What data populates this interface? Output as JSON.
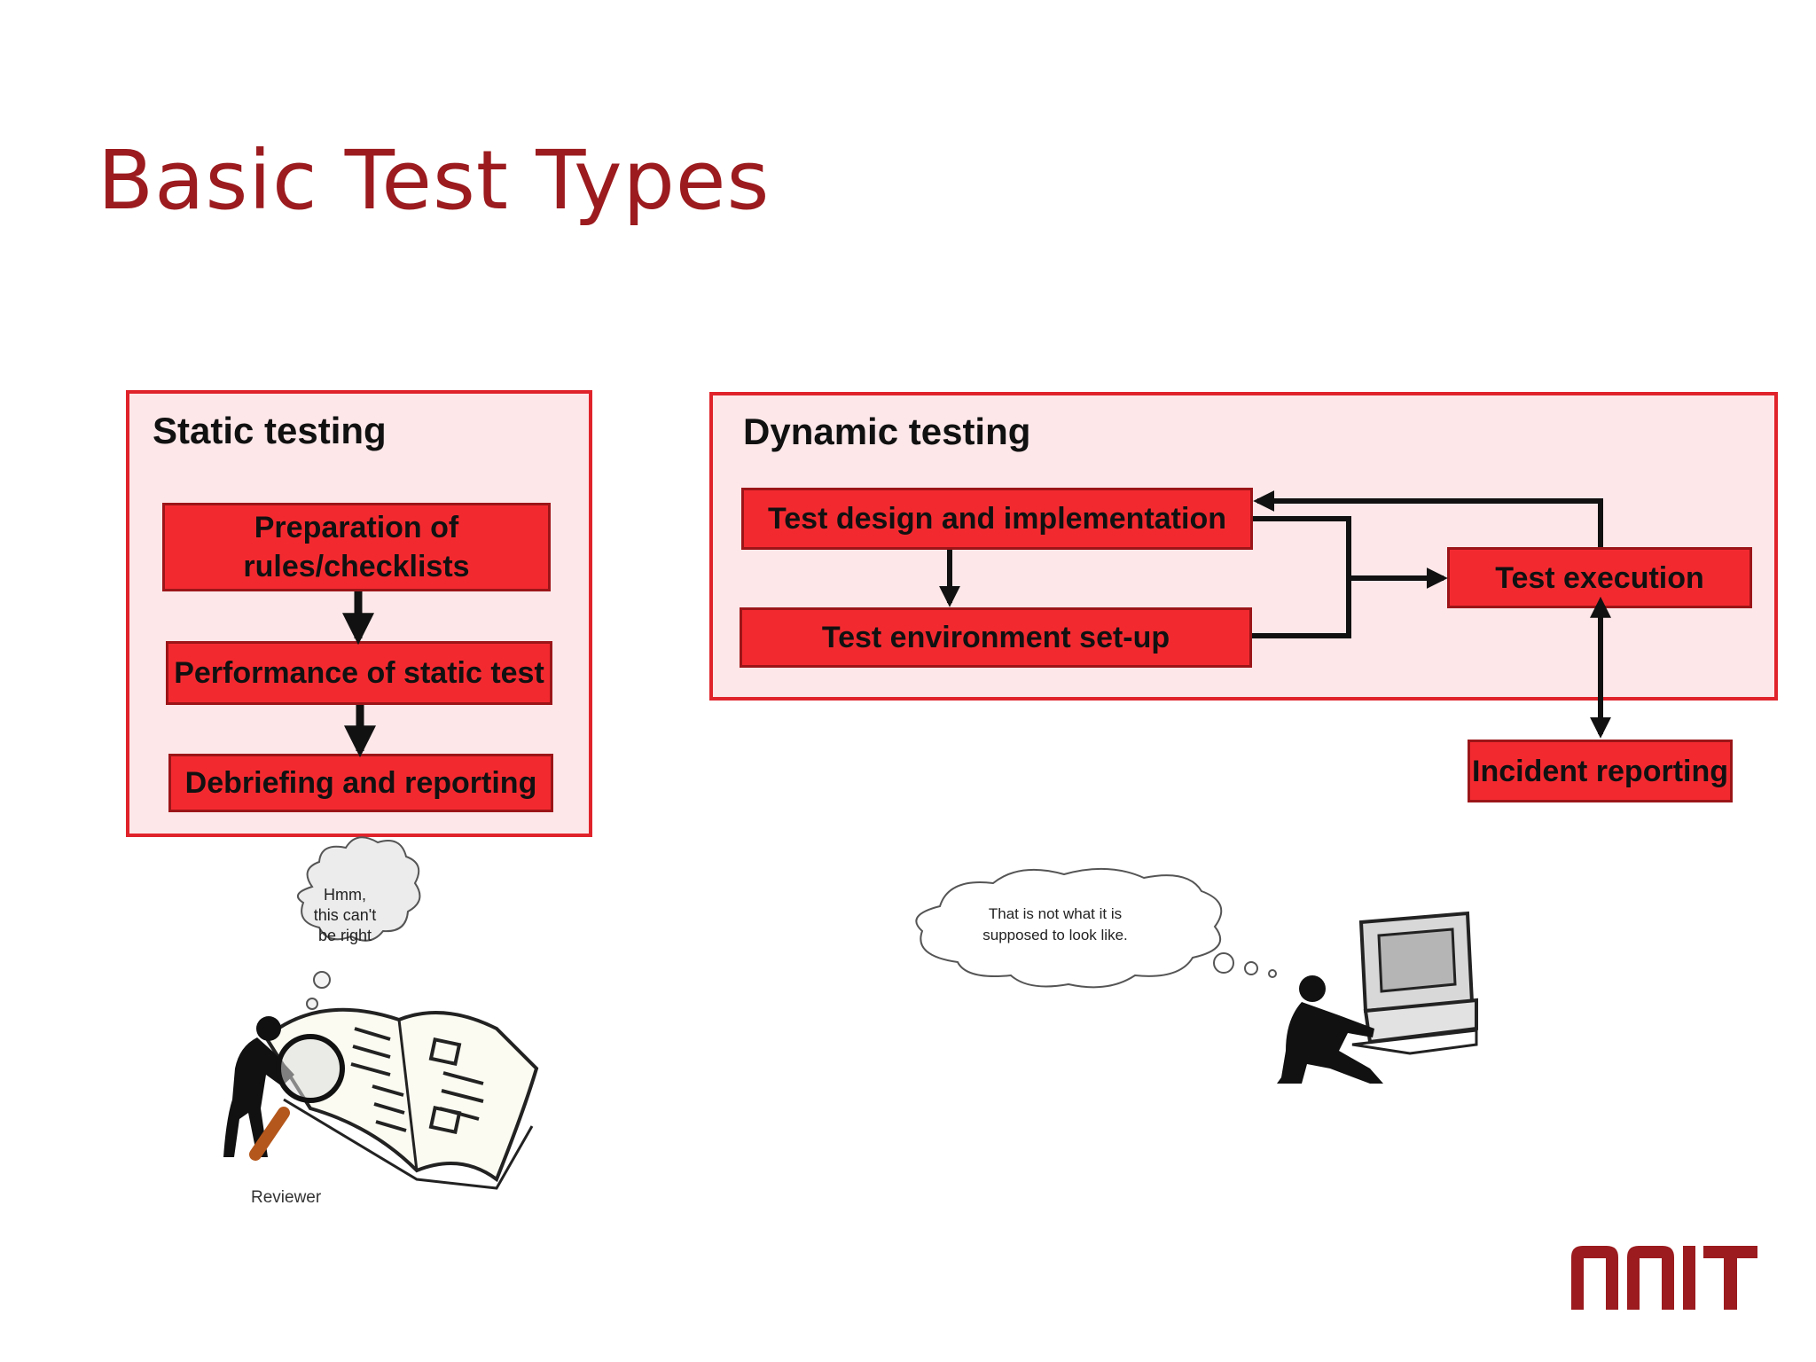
{
  "title": "Basic Test Types",
  "colors": {
    "title": "#9b1b1e",
    "panel_fill": "#fde7e9",
    "panel_border": "#e0232b",
    "step_fill": "#f22a30",
    "step_border": "#9c1518",
    "logo": "#9b1b1e"
  },
  "static_testing": {
    "heading": "Static testing",
    "steps": [
      "Preparation of\nrules/checklists",
      "Performance of static test",
      "Debriefing and reporting"
    ]
  },
  "dynamic_testing": {
    "heading": "Dynamic testing",
    "design": "Test design and implementation",
    "environment": "Test environment set-up",
    "execution": "Test execution",
    "incident": "Incident  reporting"
  },
  "reviewer": {
    "thought": "Hmm,\nthis can't\nbe right",
    "caption": "Reviewer"
  },
  "tester": {
    "thought": "That is not what it is\nsupposed to look like."
  },
  "logo": {
    "text": "NNIT",
    "icon": "nnit-logo-icon"
  }
}
